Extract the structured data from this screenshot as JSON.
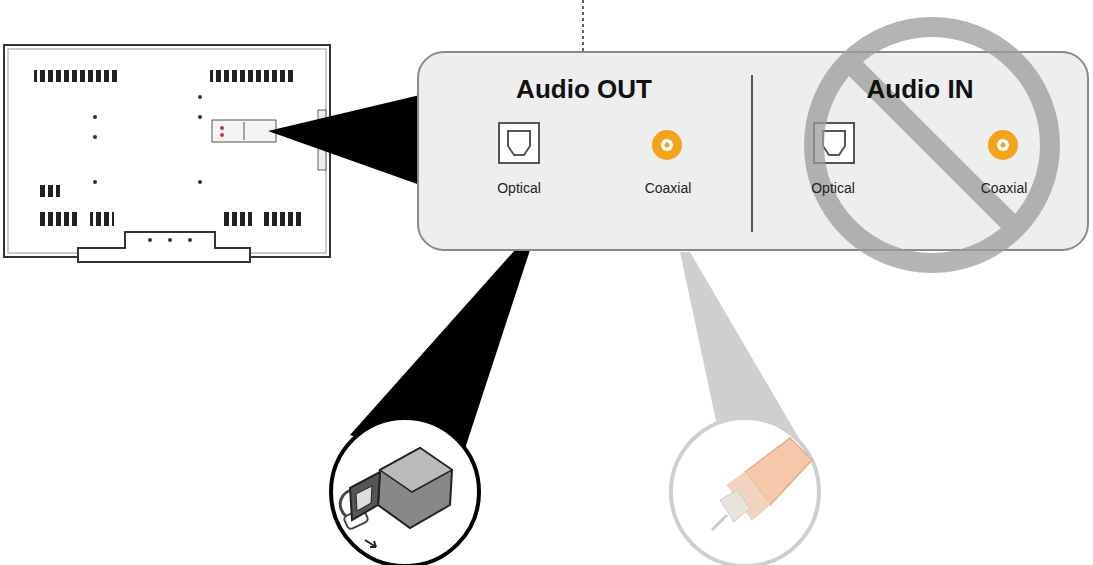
{
  "diagram": {
    "nodes": [
      {
        "text": [
          "Audio OUT",
          "Audio IN"
        ]
      }
    ],
    "labels": [
      "Optical",
      "Coaxial",
      "Optical",
      "Coaxial"
    ]
  }
}
